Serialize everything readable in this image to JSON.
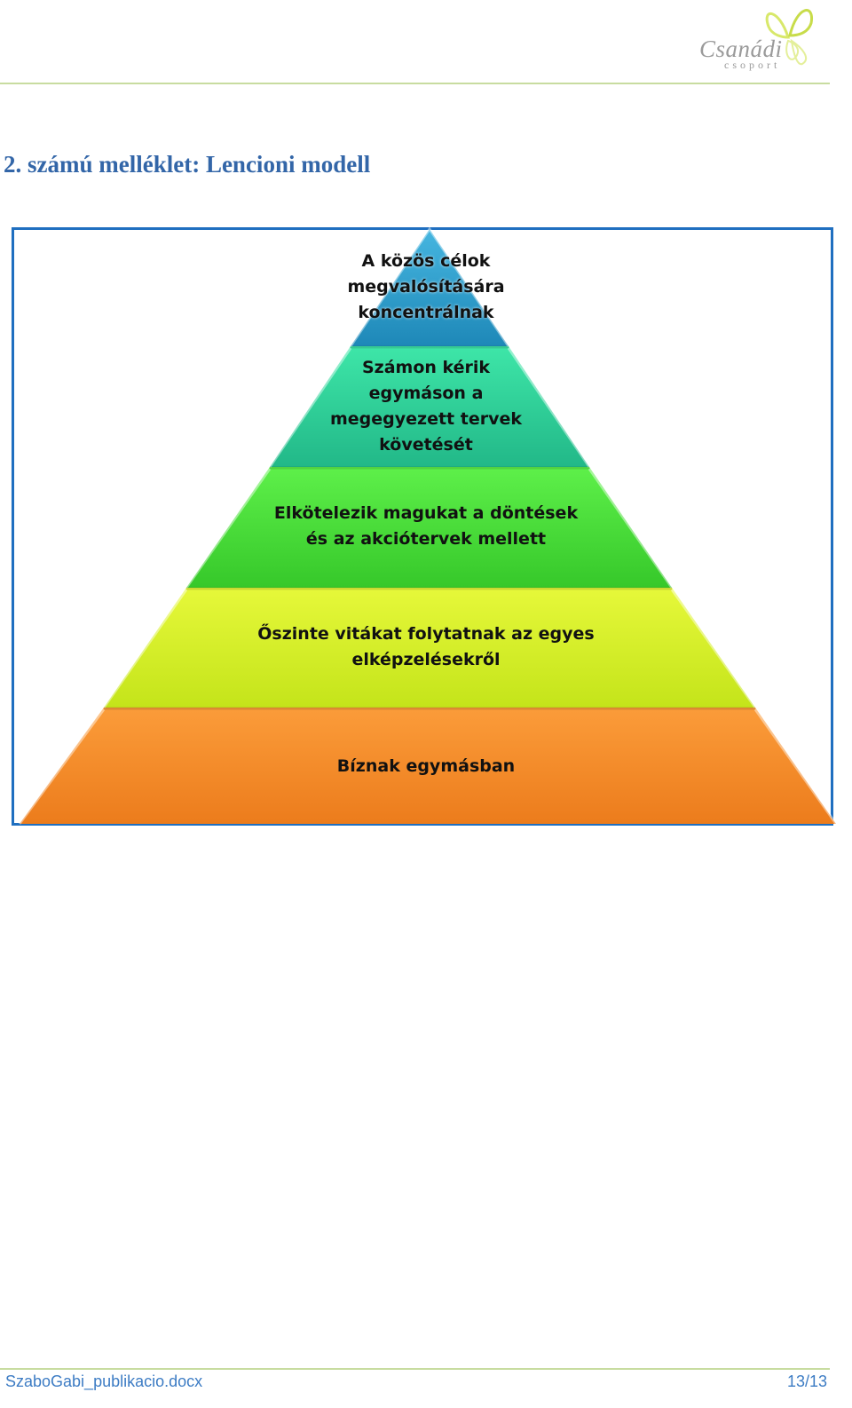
{
  "header": {
    "logo_name": "Csanádi",
    "logo_sub": "csoport"
  },
  "document": {
    "title": "2. számú melléklet: Lencioni modell"
  },
  "pyramid": {
    "tiers": [
      {
        "label": "A közös célok\nmegvalósítására\nkoncentrálnak",
        "color": "#2a9ec9"
      },
      {
        "label": "Számon kérik\negymáson  a\nmegegyezett tervek\nkövetését",
        "color": "#33d69a"
      },
      {
        "label": "Elkötelezik magukat a döntések\nés az akciótervek mellett",
        "color": "#4ee03a"
      },
      {
        "label": "Őszinte vitákat folytatnak az egyes\nelképzelésekről",
        "color": "#d9f21f"
      },
      {
        "label": "Bíznak egymásban",
        "color": "#f7922e"
      }
    ]
  },
  "footer": {
    "filename": "SzaboGabi_publikacio.docx",
    "page": "13/13"
  }
}
